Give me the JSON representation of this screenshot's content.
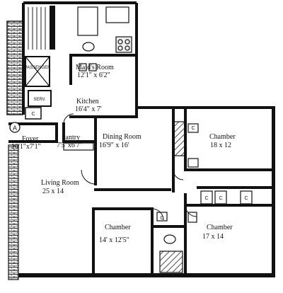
{
  "rooms": {
    "maids_room": {
      "name": "Maid's Room",
      "size": "12'1\" x 6'2\""
    },
    "kitchen": {
      "name": "Kitchen",
      "size": "16'4\" x 7'"
    },
    "foyer": {
      "name": "Foyer",
      "size": "10'1\"x7'1\""
    },
    "pantry": {
      "name": "Pantry",
      "size": "7'5\"x6'7\""
    },
    "dining_room": {
      "name": "Dining Room",
      "size": "16'9\" x 16'"
    },
    "chamber_ne": {
      "name": "Chamber",
      "size": "18 x 12"
    },
    "living_room": {
      "name": "Living Room",
      "size": "25 x 14"
    },
    "chamber_mid": {
      "name": "Chamber",
      "size": "14' x 12'5\""
    },
    "chamber_se": {
      "name": "Chamber",
      "size": "17 x 14"
    }
  },
  "markers": {
    "passenger_elevator": "PASSENGER",
    "service_elevator": "SERV.",
    "elevator_letter": "A",
    "closet": "C"
  }
}
